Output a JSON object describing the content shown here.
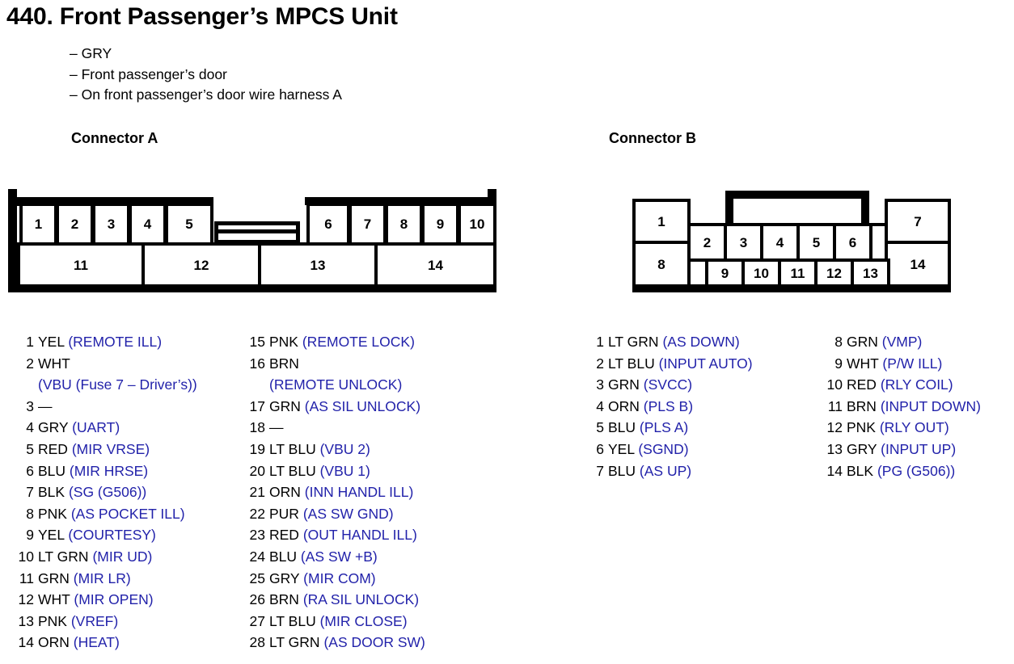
{
  "page": {
    "number": "440.",
    "title": "Front Passenger’s MPCS Unit",
    "full_title": "440. Front Passenger’s MPCS Unit"
  },
  "specs": [
    "– GRY",
    "– Front passenger’s door",
    "– On front passenger’s door wire harness A"
  ],
  "connectors": {
    "a": {
      "caption": "Connector A",
      "top_row": [
        "1",
        "2",
        "3",
        "4",
        "5",
        "6",
        "7",
        "8",
        "9",
        "10"
      ],
      "bottom_row": [
        "11",
        "12",
        "13",
        "14"
      ],
      "pins_col1": [
        {
          "num": "1",
          "color": "YEL",
          "signal": "(REMOTE ILL)"
        },
        {
          "num": "2",
          "color": "WHT",
          "signal": "",
          "cont": "(VBU (Fuse 7 – Driver’s))"
        },
        {
          "num": "3",
          "color": "—",
          "signal": ""
        },
        {
          "num": "4",
          "color": "GRY",
          "signal": "(UART)"
        },
        {
          "num": "5",
          "color": "RED",
          "signal": "(MIR VRSE)"
        },
        {
          "num": "6",
          "color": "BLU",
          "signal": "(MIR HRSE)"
        },
        {
          "num": "7",
          "color": "BLK",
          "signal": "(SG (G506))"
        },
        {
          "num": "8",
          "color": "PNK",
          "signal": "(AS POCKET ILL)"
        },
        {
          "num": "9",
          "color": "YEL",
          "signal": "(COURTESY)"
        },
        {
          "num": "10",
          "color": "LT GRN",
          "signal": "(MIR UD)"
        },
        {
          "num": "11",
          "color": "GRN",
          "signal": "(MIR LR)"
        },
        {
          "num": "12",
          "color": "WHT",
          "signal": "(MIR OPEN)"
        },
        {
          "num": "13",
          "color": "PNK",
          "signal": "(VREF)"
        },
        {
          "num": "14",
          "color": "ORN",
          "signal": "(HEAT)"
        }
      ],
      "pins_col2": [
        {
          "num": "15",
          "color": "PNK",
          "signal": "(REMOTE LOCK)"
        },
        {
          "num": "16",
          "color": "BRN",
          "signal": "",
          "cont": "(REMOTE UNLOCK)"
        },
        {
          "num": "17",
          "color": "GRN",
          "signal": "(AS SIL UNLOCK)"
        },
        {
          "num": "18",
          "color": "—",
          "signal": ""
        },
        {
          "num": "19",
          "color": "LT BLU",
          "signal": "(VBU 2)"
        },
        {
          "num": "20",
          "color": "LT BLU",
          "signal": "(VBU 1)"
        },
        {
          "num": "21",
          "color": "ORN",
          "signal": "(INN HANDL ILL)"
        },
        {
          "num": "22",
          "color": "PUR",
          "signal": "(AS SW GND)"
        },
        {
          "num": "23",
          "color": "RED",
          "signal": "(OUT HANDL ILL)"
        },
        {
          "num": "24",
          "color": "BLU",
          "signal": "(AS SW +B)"
        },
        {
          "num": "25",
          "color": "GRY",
          "signal": "(MIR COM)"
        },
        {
          "num": "26",
          "color": "BRN",
          "signal": "(RA SIL UNLOCK)"
        },
        {
          "num": "27",
          "color": "LT BLU",
          "signal": "(MIR CLOSE)"
        },
        {
          "num": "28",
          "color": "LT GRN",
          "signal": "(AS DOOR SW)"
        }
      ]
    },
    "b": {
      "caption": "Connector B",
      "top_row": [
        "1",
        "2",
        "3",
        "4",
        "5",
        "6",
        "7"
      ],
      "bottom_row": [
        "8",
        "9",
        "10",
        "11",
        "12",
        "13",
        "14"
      ],
      "pins_col1": [
        {
          "num": "1",
          "color": "LT GRN",
          "signal": "(AS DOWN)"
        },
        {
          "num": "2",
          "color": "LT BLU",
          "signal": "(INPUT AUTO)"
        },
        {
          "num": "3",
          "color": "GRN",
          "signal": "(SVCC)"
        },
        {
          "num": "4",
          "color": "ORN",
          "signal": "(PLS B)"
        },
        {
          "num": "5",
          "color": "BLU",
          "signal": "(PLS A)"
        },
        {
          "num": "6",
          "color": "YEL",
          "signal": "(SGND)"
        },
        {
          "num": "7",
          "color": "BLU",
          "signal": "(AS UP)"
        }
      ],
      "pins_col2": [
        {
          "num": "8",
          "color": "GRN",
          "signal": "(VMP)"
        },
        {
          "num": "9",
          "color": "WHT",
          "signal": "(P/W ILL)"
        },
        {
          "num": "10",
          "color": "RED",
          "signal": "(RLY COIL)"
        },
        {
          "num": "11",
          "color": "BRN",
          "signal": "(INPUT DOWN)"
        },
        {
          "num": "12",
          "color": "PNK",
          "signal": "(RLY OUT)"
        },
        {
          "num": "13",
          "color": "GRY",
          "signal": "(INPUT UP)"
        },
        {
          "num": "14",
          "color": "BLK",
          "signal": "(PG (G506))"
        }
      ]
    }
  },
  "colors": {
    "signal_text": "#2222aa",
    "body_text": "#000000",
    "background": "#ffffff"
  }
}
